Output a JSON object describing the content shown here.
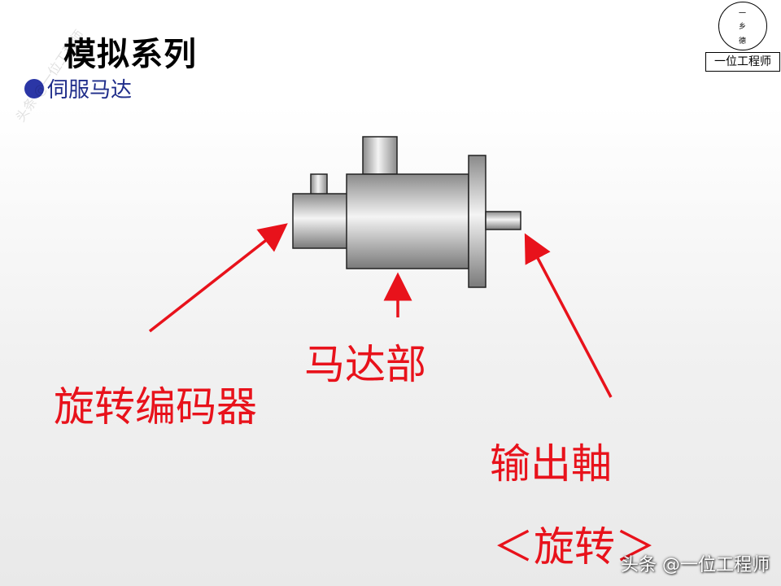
{
  "slide": {
    "title": "模拟系列",
    "subtitle": "伺服马达"
  },
  "logo": {
    "glyph_top": "一",
    "glyph_mid": "乡",
    "glyph_bot": "德",
    "caption": "一位工程师"
  },
  "diagram": {
    "label_encoder": "旋转编码器",
    "label_motor": "马达部",
    "label_shaft": "输出軸",
    "label_rotation": "＜旋转＞",
    "accent_color": "#e8121b"
  },
  "watermark": {
    "top_left": "头条 @一位工程师",
    "bottom_right": "头条 @一位工程师"
  }
}
